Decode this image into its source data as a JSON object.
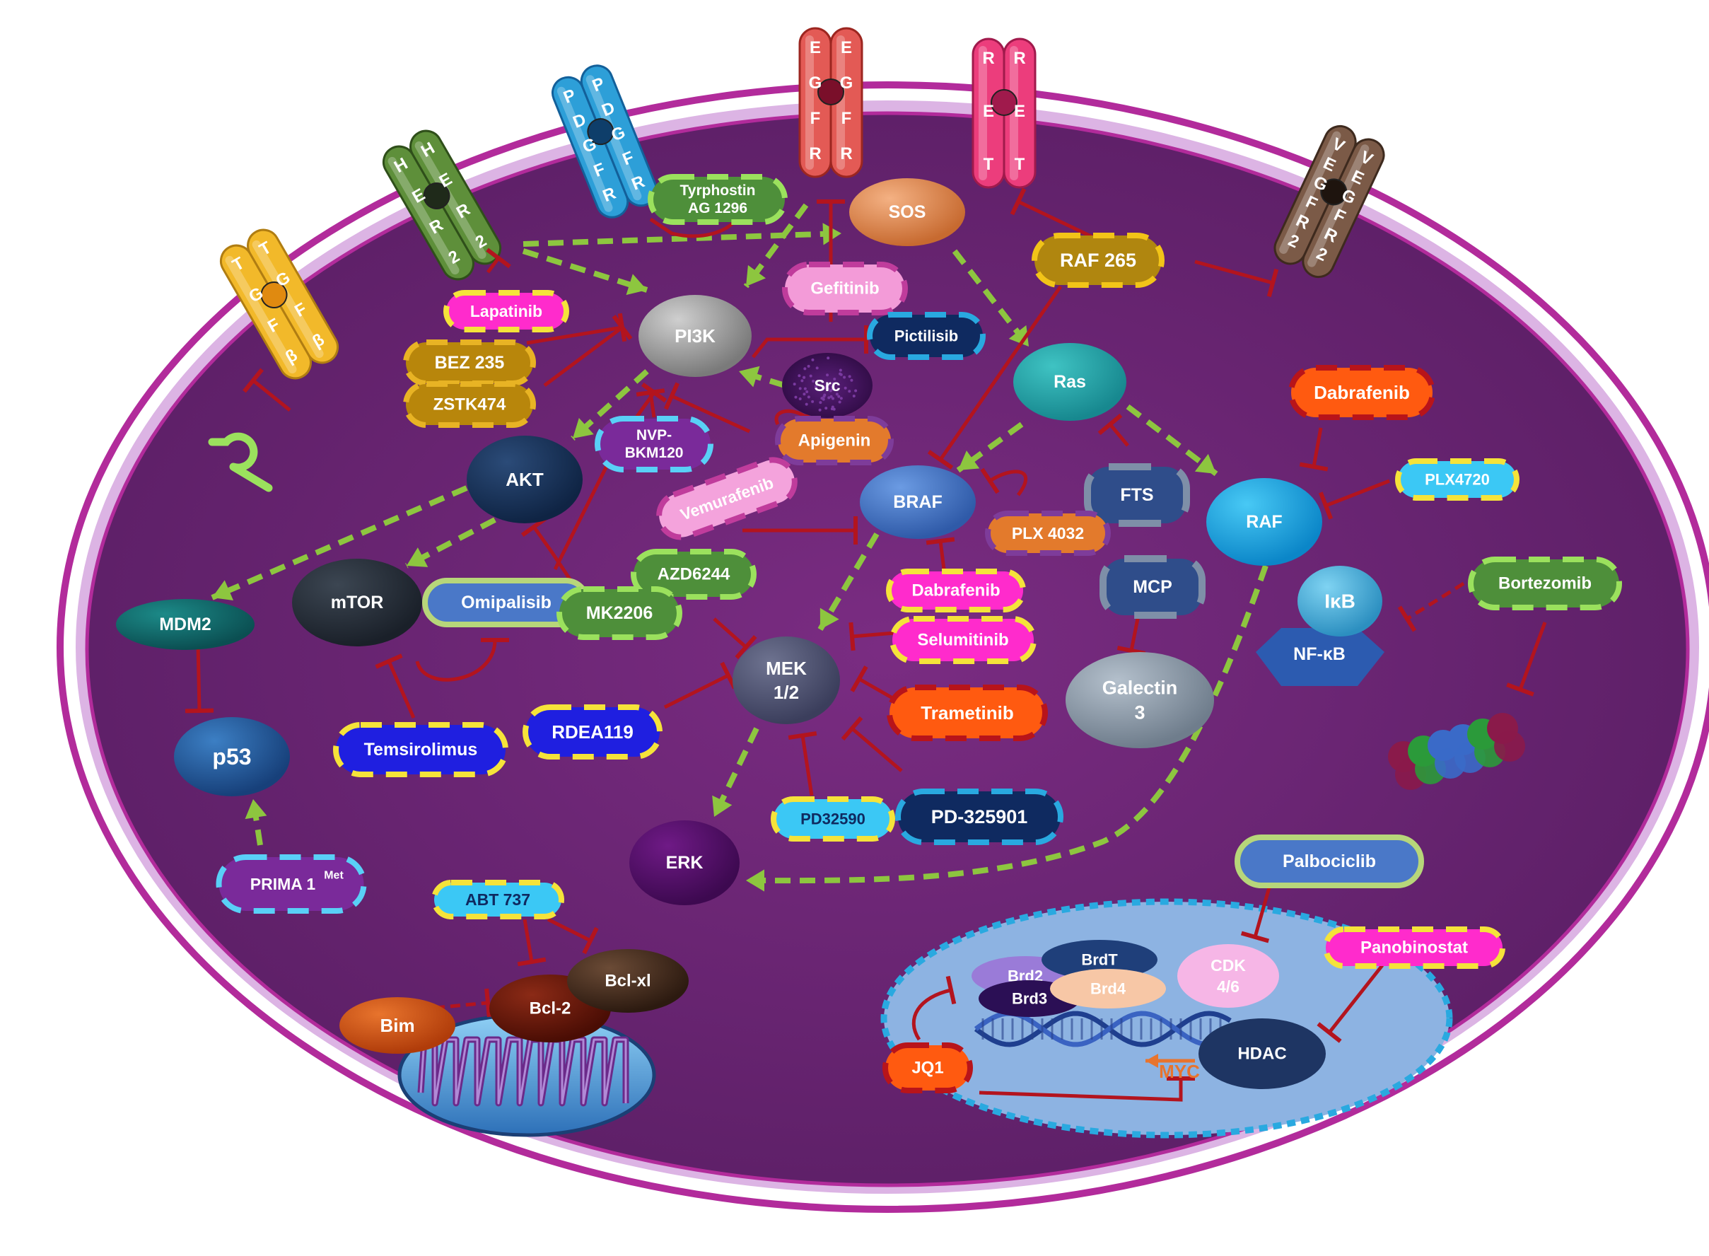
{
  "receptors": {
    "tgfb": "TGFβ",
    "her2": "HER2",
    "pdgfr": "PDGFR",
    "egfr": "EGFR",
    "ret": "RET",
    "vegfr2": "VEGFR2"
  },
  "proteins": {
    "sos": "SOS",
    "pi3k": "PI3K",
    "src": "Src",
    "akt": "AKT",
    "mtor": "mTOR",
    "mdm2": "MDM2",
    "p53": "p53",
    "ras": "Ras",
    "braf": "BRAF",
    "raf": "RAF",
    "fts": "FTS",
    "mcp": "MCP",
    "galectin_line1": "Galectin",
    "galectin_line2": "3",
    "mek_line1": "MEK",
    "mek_line2": "1/2",
    "erk": "ERK",
    "ikb": "IκB",
    "nfkb": "NF-κB",
    "bim": "Bim",
    "bcl2": "Bcl-2",
    "bclxl": "Bcl-xl",
    "brd2": "Brd2",
    "brd3": "Brd3",
    "brdt": "BrdT",
    "brd4": "Brd4",
    "cdk_line1": "CDK",
    "cdk_line2": "4/6",
    "hdac": "HDAC",
    "myc": "MYC"
  },
  "drugs": {
    "tyrphostin_line1": "Tyrphostin",
    "tyrphostin_line2": "AG 1296",
    "raf265": "RAF 265",
    "gefitinib": "Gefitinib",
    "pictilisib": "Pictilisib",
    "lapatinib": "Lapatinib",
    "bez235": "BEZ 235",
    "zstk474": "ZSTK474",
    "nvp_line1": "NVP-",
    "nvp_line2": "BKM120",
    "apigenin": "Apigenin",
    "vemurafenib": "Vemurafenib",
    "plx4032": "PLX 4032",
    "dabrafenib_top": "Dabrafenib",
    "plx4720": "PLX4720",
    "azd6244": "AZD6244",
    "omipalisib": "Omipalisib",
    "mk2206": "MK2206",
    "dabrafenib_mid": "Dabrafenib",
    "selumitinib": "Selumitinib",
    "trametinib": "Trametinib",
    "rdea119": "RDEA119",
    "temsirolimus": "Temsirolimus",
    "pd32590": "PD32590",
    "pd325901": "PD-325901",
    "bortezomib": "Bortezomib",
    "prima_main": "PRIMA 1",
    "prima_sup": "Met",
    "abt737": "ABT 737",
    "palbociclib": "Palbociclib",
    "panobinostat": "Panobinostat",
    "jq1": "JQ1"
  },
  "colors": {
    "cell_border": "#b22b9b",
    "cytoplasm": "#6a2572",
    "activation_arrow": "#8dc63f",
    "inhibition": "#b3141e",
    "nucleus": "#8db3e2"
  }
}
